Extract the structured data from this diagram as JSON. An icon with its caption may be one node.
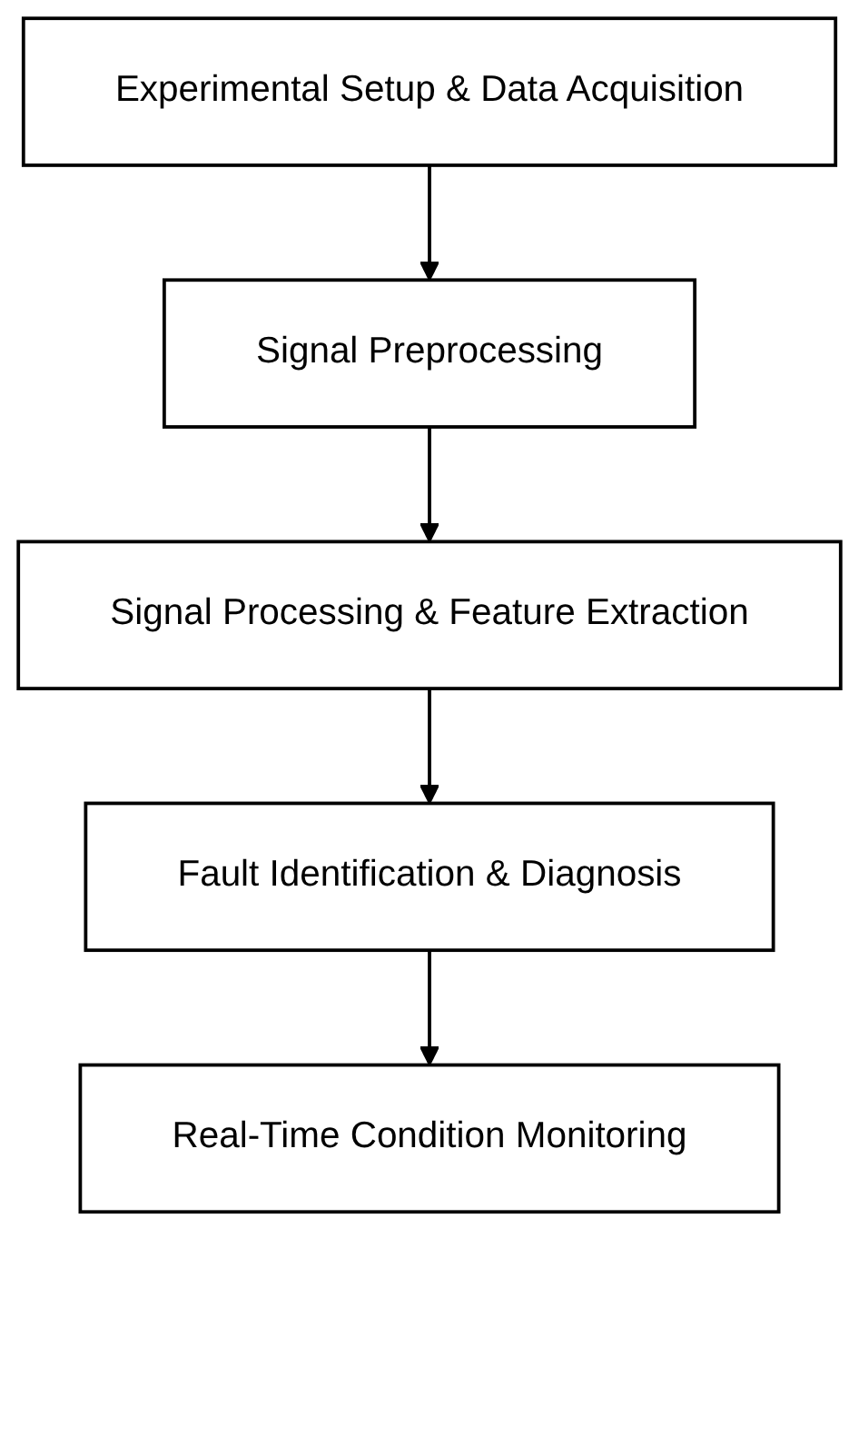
{
  "diagram": {
    "nodes": [
      {
        "text": [
          "Experimental Setup & Data Acquisition"
        ]
      },
      {
        "text": [
          "Signal Preprocessing"
        ]
      },
      {
        "text": [
          "Signal Processing & Feature Extraction"
        ]
      },
      {
        "text": [
          "Fault Identification & Diagnosis"
        ]
      },
      {
        "text": [
          "Real-Time Condition Monitoring"
        ]
      }
    ],
    "edges": [
      {
        "from": 0,
        "to": 1,
        "arrow": "to"
      },
      {
        "from": 1,
        "to": 2,
        "arrow": "to"
      },
      {
        "from": 2,
        "to": 3,
        "arrow": "to"
      },
      {
        "from": 3,
        "to": 4,
        "arrow": "to"
      }
    ]
  }
}
